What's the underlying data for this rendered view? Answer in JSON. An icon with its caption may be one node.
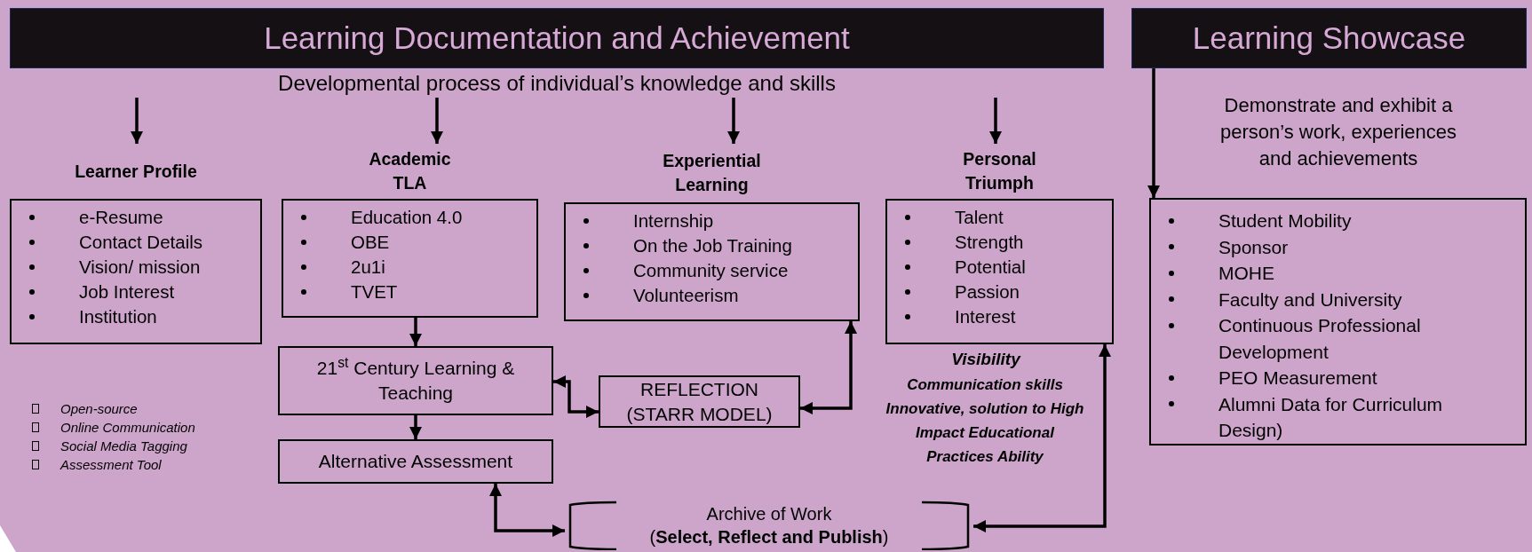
{
  "diagram": {
    "nodes": [
      {
        "text": [
          "Learning Documentation and Achievement"
        ]
      },
      {
        "text": [
          "Learning Showcase"
        ]
      },
      {
        "text": [
          "Developmental process of individual’s knowledge and skills"
        ]
      },
      {
        "text": [
          "Learner Profile",
          "e-Resume",
          "Contact Details",
          "Vision/ mission",
          "Job Interest",
          "Institution"
        ]
      },
      {
        "text": [
          "Academic TLA",
          "Education 4.0",
          "OBE",
          "2u1i",
          "TVET"
        ]
      },
      {
        "text": [
          "Experiential Learning",
          "Internship",
          "On the Job Training",
          "Community service",
          "Volunteerism"
        ]
      },
      {
        "text": [
          "Personal Triumph",
          "Talent",
          "Strength",
          "Potential",
          "Passion",
          "Interest"
        ],
        "beside": [
          "Visibility",
          "Communication skills Innovative, solution to High Impact Educational Practices Ability"
        ]
      },
      {
        "text": [
          "Student Mobility",
          "Sponsor",
          "MOHE",
          "Faculty and University",
          "Continuous Professional Development",
          "PEO Measurement",
          "Alumni Data for Curriculum Design)"
        ]
      },
      {
        "text": [
          "21$^{st}$ Century Learning & Teaching"
        ]
      },
      {
        "text": [
          "Alternative Assessment"
        ]
      },
      {
        "text": [
          "REFLECTION (STARR MODEL)"
        ]
      },
      {
        "text": [
          "Archive of Work",
          "(**Select, Reflect and Publish**)"
        ]
      }
    ],
    "edges": [
      {
        "from": null,
        "to": 3,
        "arrow": "to"
      },
      {
        "from": 2,
        "to": 4,
        "arrow": "to"
      },
      {
        "from": 2,
        "to": 5,
        "arrow": "to"
      },
      {
        "from": null,
        "to": 6,
        "arrow": "to"
      },
      {
        "from": 1,
        "to": 7,
        "arrow": "to"
      },
      {
        "from": 4,
        "to": 8,
        "arrow": "to"
      },
      {
        "from": 8,
        "to": 9,
        "arrow": "to"
      },
      {
        "from": 8,
        "to": 10,
        "arrow": "both"
      },
      {
        "from": 10,
        "to": 5,
        "arrow": "both"
      },
      {
        "from": 9,
        "to": 11,
        "arrow": "both"
      },
      {
        "from": 11,
        "to": 6,
        "arrow": "both"
      }
    ],
    "labels": [
      "Demonstrate and exhibit a person’s work, experiences and achievements",
      "Open-source",
      "Online Communication",
      "Social Media Tagging",
      "Assessment Tool"
    ]
  }
}
